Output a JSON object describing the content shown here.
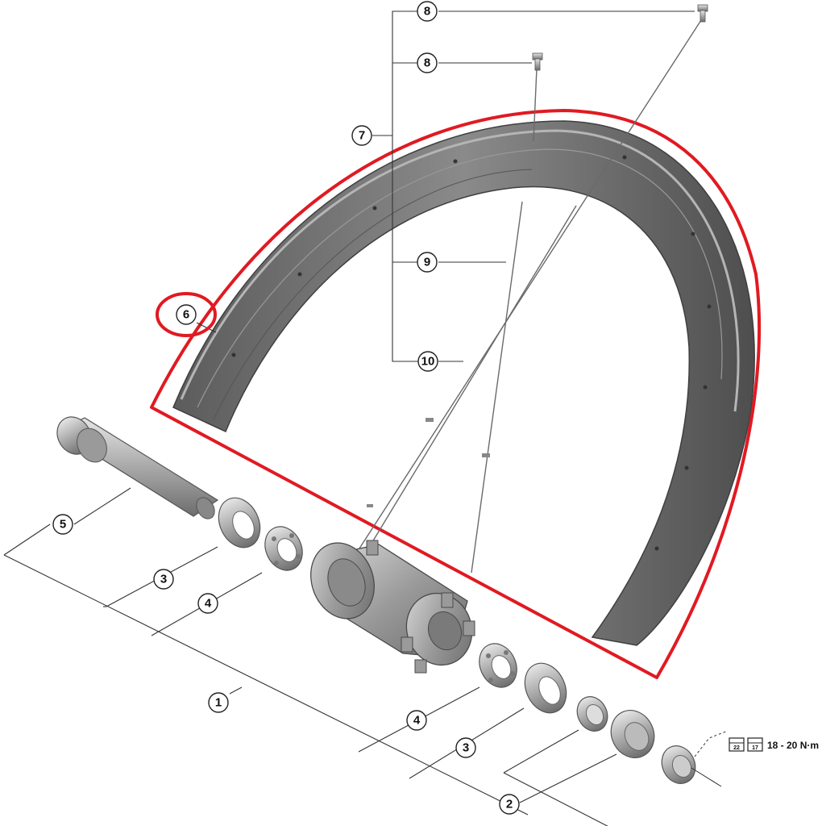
{
  "callouts": {
    "c1": "1",
    "c2": "2",
    "c3a": "3",
    "c3b": "3",
    "c4a": "4",
    "c4b": "4",
    "c5": "5",
    "c6": "6",
    "c7": "7",
    "c8a": "8",
    "c8b": "8",
    "c9": "9",
    "c10": "10"
  },
  "torque": {
    "value": "18 - 20 N·m",
    "tool1": "22",
    "tool2": "17"
  },
  "colors": {
    "highlight": "#e01a22",
    "rim": "#6f6f6f",
    "line": "#333333"
  }
}
